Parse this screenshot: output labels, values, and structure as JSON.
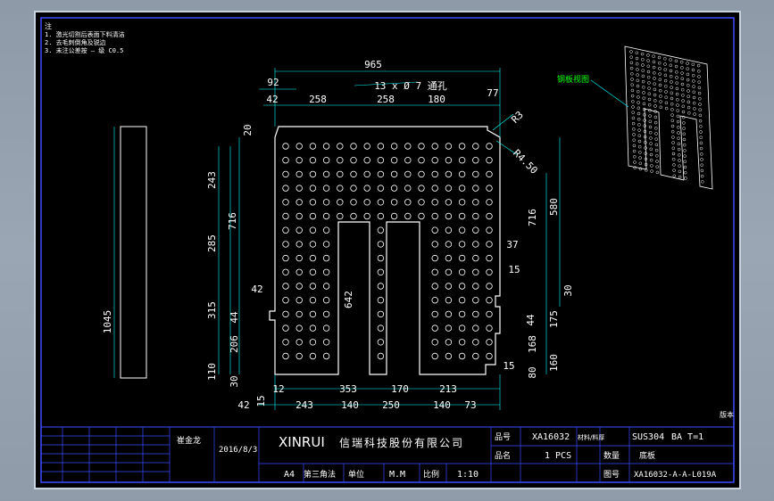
{
  "notes": {
    "heading": "注",
    "lines": [
      "1. 激光切割后表面下料清洁",
      "2. 去毛刺倒角及锐边",
      "3. 未注公差按 — 级 C0.5"
    ]
  },
  "dims": {
    "overall_width": "965",
    "d92": "92",
    "d42_top": "42",
    "d258a": "258",
    "d258b": "258",
    "d180": "180",
    "d77": "77",
    "hole_spec": "13 x Ø 7 通孔",
    "r3": "R3",
    "r450": "R4.50",
    "d20": "20",
    "d243_left": "243",
    "d716_left": "716",
    "d285": "285",
    "d42_mid": "42",
    "d315": "315",
    "d44_left": "44",
    "d206": "206",
    "d110": "110",
    "d30": "30",
    "d642": "642",
    "d580": "580",
    "d716_right": "716",
    "d37": "37",
    "d15_right": "15",
    "d30_right": "30",
    "d44_right": "44",
    "d175": "175",
    "d168": "168",
    "d160": "160",
    "d80": "80",
    "d15_low": "15",
    "d12": "12",
    "d353": "353",
    "d170": "170",
    "d213": "213",
    "d42_bot": "42",
    "d15_bot": "15",
    "d243_bot": "243",
    "d140a": "140",
    "d250": "250",
    "d140b": "140",
    "d73": "73",
    "d1045": "1045"
  },
  "iso_label": "钢板视图",
  "corner_mark": "版本",
  "title_block": {
    "company_en": "XINRUI",
    "company_cn": "信瑞科技股份有限公司",
    "designer": "崔金龙",
    "date": "2016/8/3",
    "part_no": "XA16032",
    "material": "SUS304",
    "thickness": "BA T=1",
    "qty": "1 PCS",
    "drawing_no": "XA16032-A-A-L019A",
    "sheet_size": "A4",
    "projection": "第三角法",
    "unit": "M.M",
    "scale": "1:10",
    "lbl_part": "品号",
    "lbl_material": "材料/料厚",
    "lbl_name": "品名",
    "lbl_qty": "数量",
    "lbl_dwg": "图号",
    "part_name": "底板",
    "lbl_unit": "单位",
    "lbl_scale": "比例"
  }
}
